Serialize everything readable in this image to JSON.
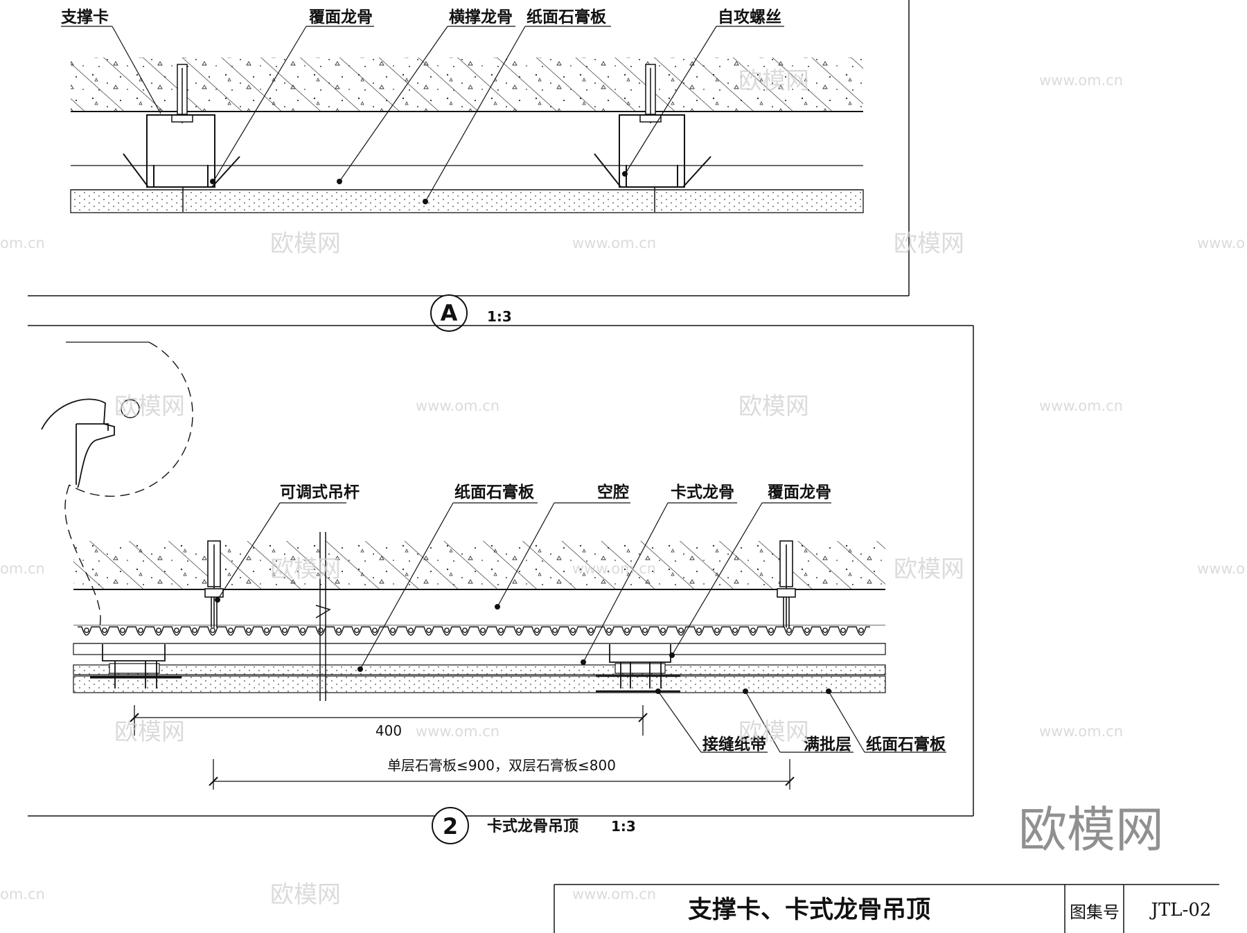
{
  "detail_a": {
    "labels": [
      "支撑卡",
      "覆面龙骨",
      "横撑龙骨",
      "纸面石膏板",
      "自攻螺丝"
    ],
    "marker": "A",
    "scale": "1:3"
  },
  "detail_2": {
    "labels_top": [
      "可调式吊杆",
      "纸面石膏板",
      "空腔",
      "卡式龙骨",
      "覆面龙骨"
    ],
    "labels_bottom": [
      "接缝纸带",
      "满批层",
      "纸面石膏板"
    ],
    "dim_spacing": "400",
    "dim_span": "单层石膏板≤900，双层石膏板≤800",
    "marker": "2",
    "title": "卡式龙骨吊顶",
    "scale": "1:3"
  },
  "title_block": {
    "title": "支撑卡、卡式龙骨吊顶",
    "atlas_label": "图集号",
    "atlas_no": "JTL-02"
  },
  "watermark": {
    "logo_text": "欧模网",
    "url_text": "www.om.cn",
    "url_fragment_left": "om.cn",
    "url_fragment_right": "www.o"
  }
}
